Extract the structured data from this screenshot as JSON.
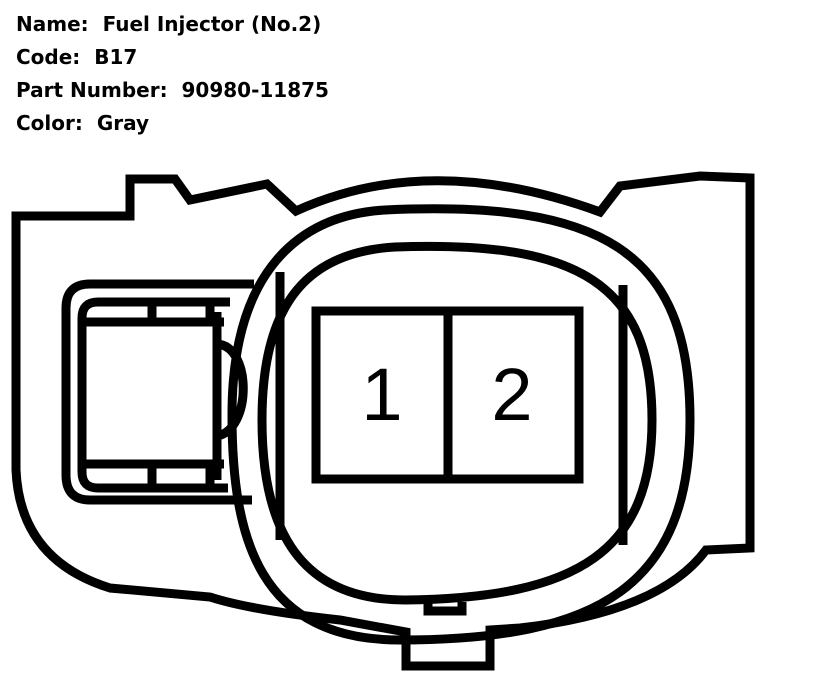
{
  "info": {
    "name_label": "Name:",
    "name_value": "Fuel Injector (No.2)",
    "code_label": "Code:",
    "code_value": "B17",
    "part_label": "Part Number:",
    "part_value": "90980-11875",
    "color_label": "Color:",
    "color_value": "Gray"
  },
  "connector": {
    "pins": [
      "1",
      "2"
    ]
  }
}
